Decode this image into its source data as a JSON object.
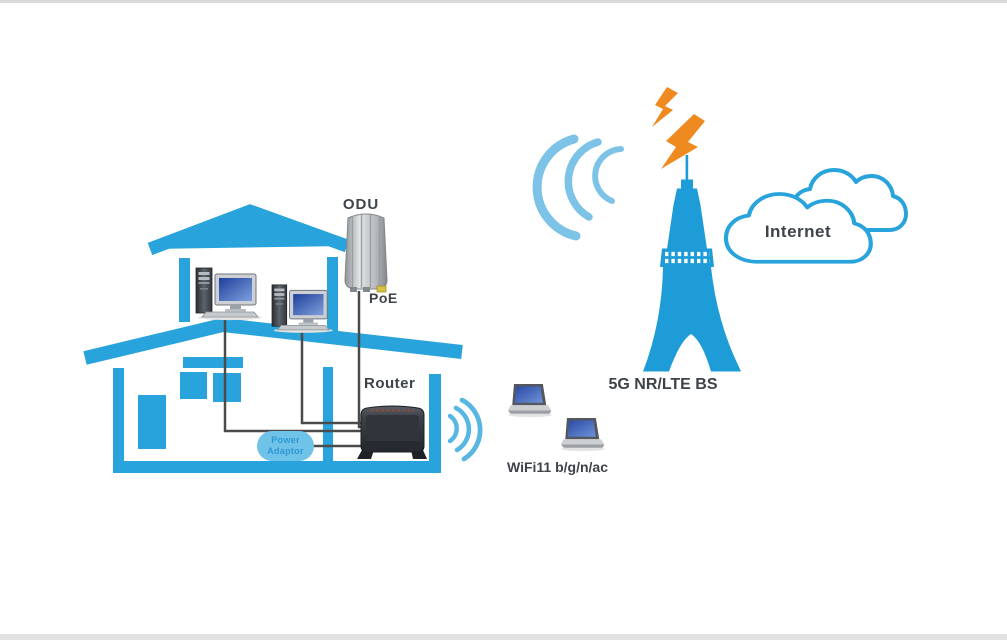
{
  "page": {
    "background": "#ffffff",
    "top_border_color": "#d9d9d9",
    "bottom_border_color": "#e2e2e2"
  },
  "diagram": {
    "labels": {
      "odu": "ODU",
      "poe": "PoE",
      "router": "Router",
      "power_adaptor_line1": "Power",
      "power_adaptor_line2": "Adaptor",
      "wifi": "WiFi11 b/g/n/ac",
      "base_station": "5G NR/LTE BS",
      "internet": "Internet"
    },
    "colors": {
      "house-blue": "#29a3dc",
      "tower-blue": "#1e9cd8",
      "wave-blue": "#7cc3e7",
      "router-wave-blue": "#58b6e3",
      "lightning-orange": "#ef8a21",
      "adaptor-fill": "#6fc3e8",
      "adaptor-text": "#2f97d4",
      "label-text": "#3d4349",
      "cable-gray": "#4b4b4b",
      "cloud-stroke": "#29a3dc"
    },
    "icons": [
      "house-icon",
      "desktop-computer-icon",
      "odu-antenna-icon",
      "router-icon",
      "power-adaptor-badge",
      "wifi-waves-icon",
      "laptop-icon",
      "signal-waves-icon",
      "bs-tower-icon",
      "lightning-icon",
      "internet-cloud-icon"
    ]
  }
}
